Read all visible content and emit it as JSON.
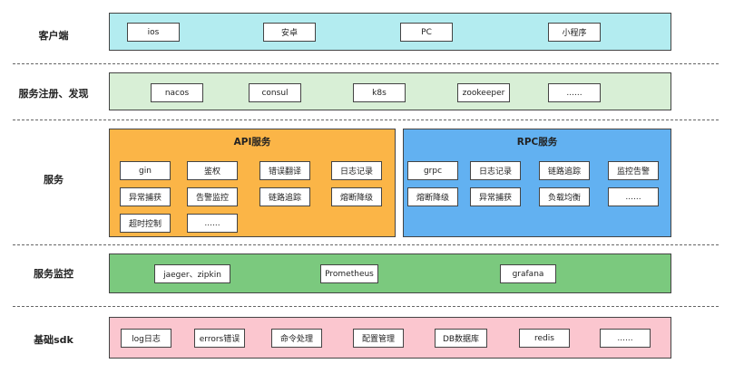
{
  "layers": {
    "client": {
      "label": "客户端",
      "items": [
        "ios",
        "安卓",
        "PC",
        "小程序"
      ]
    },
    "registry": {
      "label": "服务注册、发现",
      "items": [
        "nacos",
        "consul",
        "k8s",
        "zookeeper",
        "......"
      ]
    },
    "service": {
      "label": "服务",
      "api": {
        "title": "API服务",
        "items": [
          "gin",
          "鉴权",
          "错误翻译",
          "日志记录",
          "异常捕获",
          "告警监控",
          "链路追踪",
          "熔断降级",
          "超时控制",
          "......"
        ]
      },
      "rpc": {
        "title": "RPC服务",
        "items": [
          "grpc",
          "日志记录",
          "链路追踪",
          "监控告警",
          "熔断降级",
          "异常捕获",
          "负载均衡",
          "......"
        ]
      }
    },
    "monitor": {
      "label": "服务监控",
      "items": [
        "jaeger、zipkin",
        "Prometheus",
        "grafana"
      ]
    },
    "sdk": {
      "label": "基础sdk",
      "items": [
        "log日志",
        "errors错误",
        "命令处理",
        "配置管理",
        "DB数据库",
        "redis",
        "......"
      ]
    }
  },
  "colors": {
    "client_band": "#b3ecf0",
    "registry_band": "#d8efd6",
    "api_panel": "#fbb547",
    "rpc_panel": "#62b1f1",
    "monitor_band": "#7bc97e",
    "sdk_band": "#fbc6cf"
  }
}
